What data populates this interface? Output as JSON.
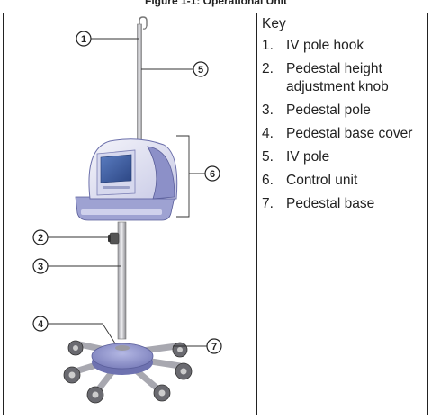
{
  "figure": {
    "title": "Figure 1-1: Operational Unit",
    "callouts": [
      "1",
      "2",
      "3",
      "4",
      "5",
      "6",
      "7"
    ]
  },
  "key": {
    "title": "Key",
    "items": [
      {
        "num": "1.",
        "label": "IV pole hook"
      },
      {
        "num": "2.",
        "label": "Pedestal height adjustment knob"
      },
      {
        "num": "3.",
        "label": "Pedestal pole"
      },
      {
        "num": "4.",
        "label": "Pedestal base cover"
      },
      {
        "num": "5.",
        "label": "IV pole"
      },
      {
        "num": "6.",
        "label": "Control unit"
      },
      {
        "num": "7.",
        "label": "Pedestal base"
      }
    ]
  },
  "colors": {
    "device_purple": "#8c90c8",
    "device_light": "#e8e8f4",
    "screen_blue": "#4a68a8",
    "pole_gray": "#c8c8cc"
  }
}
